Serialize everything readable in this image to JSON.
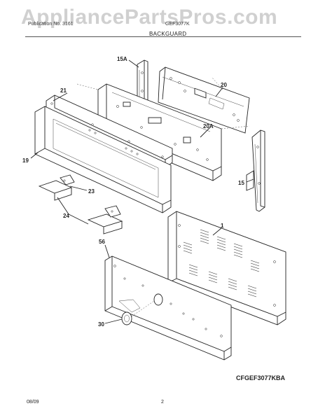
{
  "watermark": "AppliancePartsPros.com",
  "header": {
    "left": "Publication No. 3161",
    "right": "GEF3077K",
    "section": "BACKGUARD"
  },
  "callouts": {
    "c15A": "15A",
    "c20": "20",
    "c21": "21",
    "c20A": "20A",
    "c19": "19",
    "c15": "15",
    "c23": "23",
    "c24": "24",
    "c1": "1",
    "c56": "56",
    "c30": "30"
  },
  "model_code": "CFGEF3077KBA",
  "footer": {
    "date": "08/09",
    "page": "2"
  }
}
